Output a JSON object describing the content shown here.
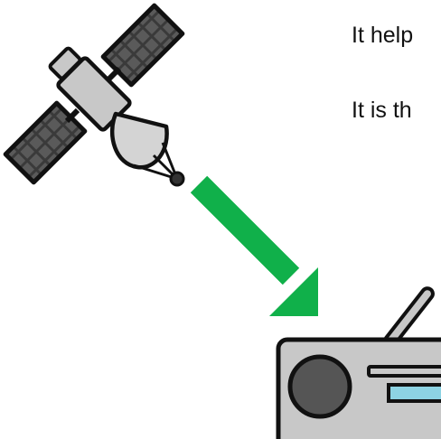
{
  "text_lines": [
    "It help",
    "It is th"
  ],
  "colors": {
    "arrow": "#10b04a",
    "panel_dark": "#3a3a3a",
    "body_gray": "#c8c8c8",
    "dish_gray": "#d4d4d4",
    "speaker": "#555555",
    "display": "#8dd3e3",
    "outline": "#111111"
  },
  "icons": {
    "satellite": "satellite-icon",
    "arrow": "down-right-arrow",
    "radio": "radio-icon"
  }
}
